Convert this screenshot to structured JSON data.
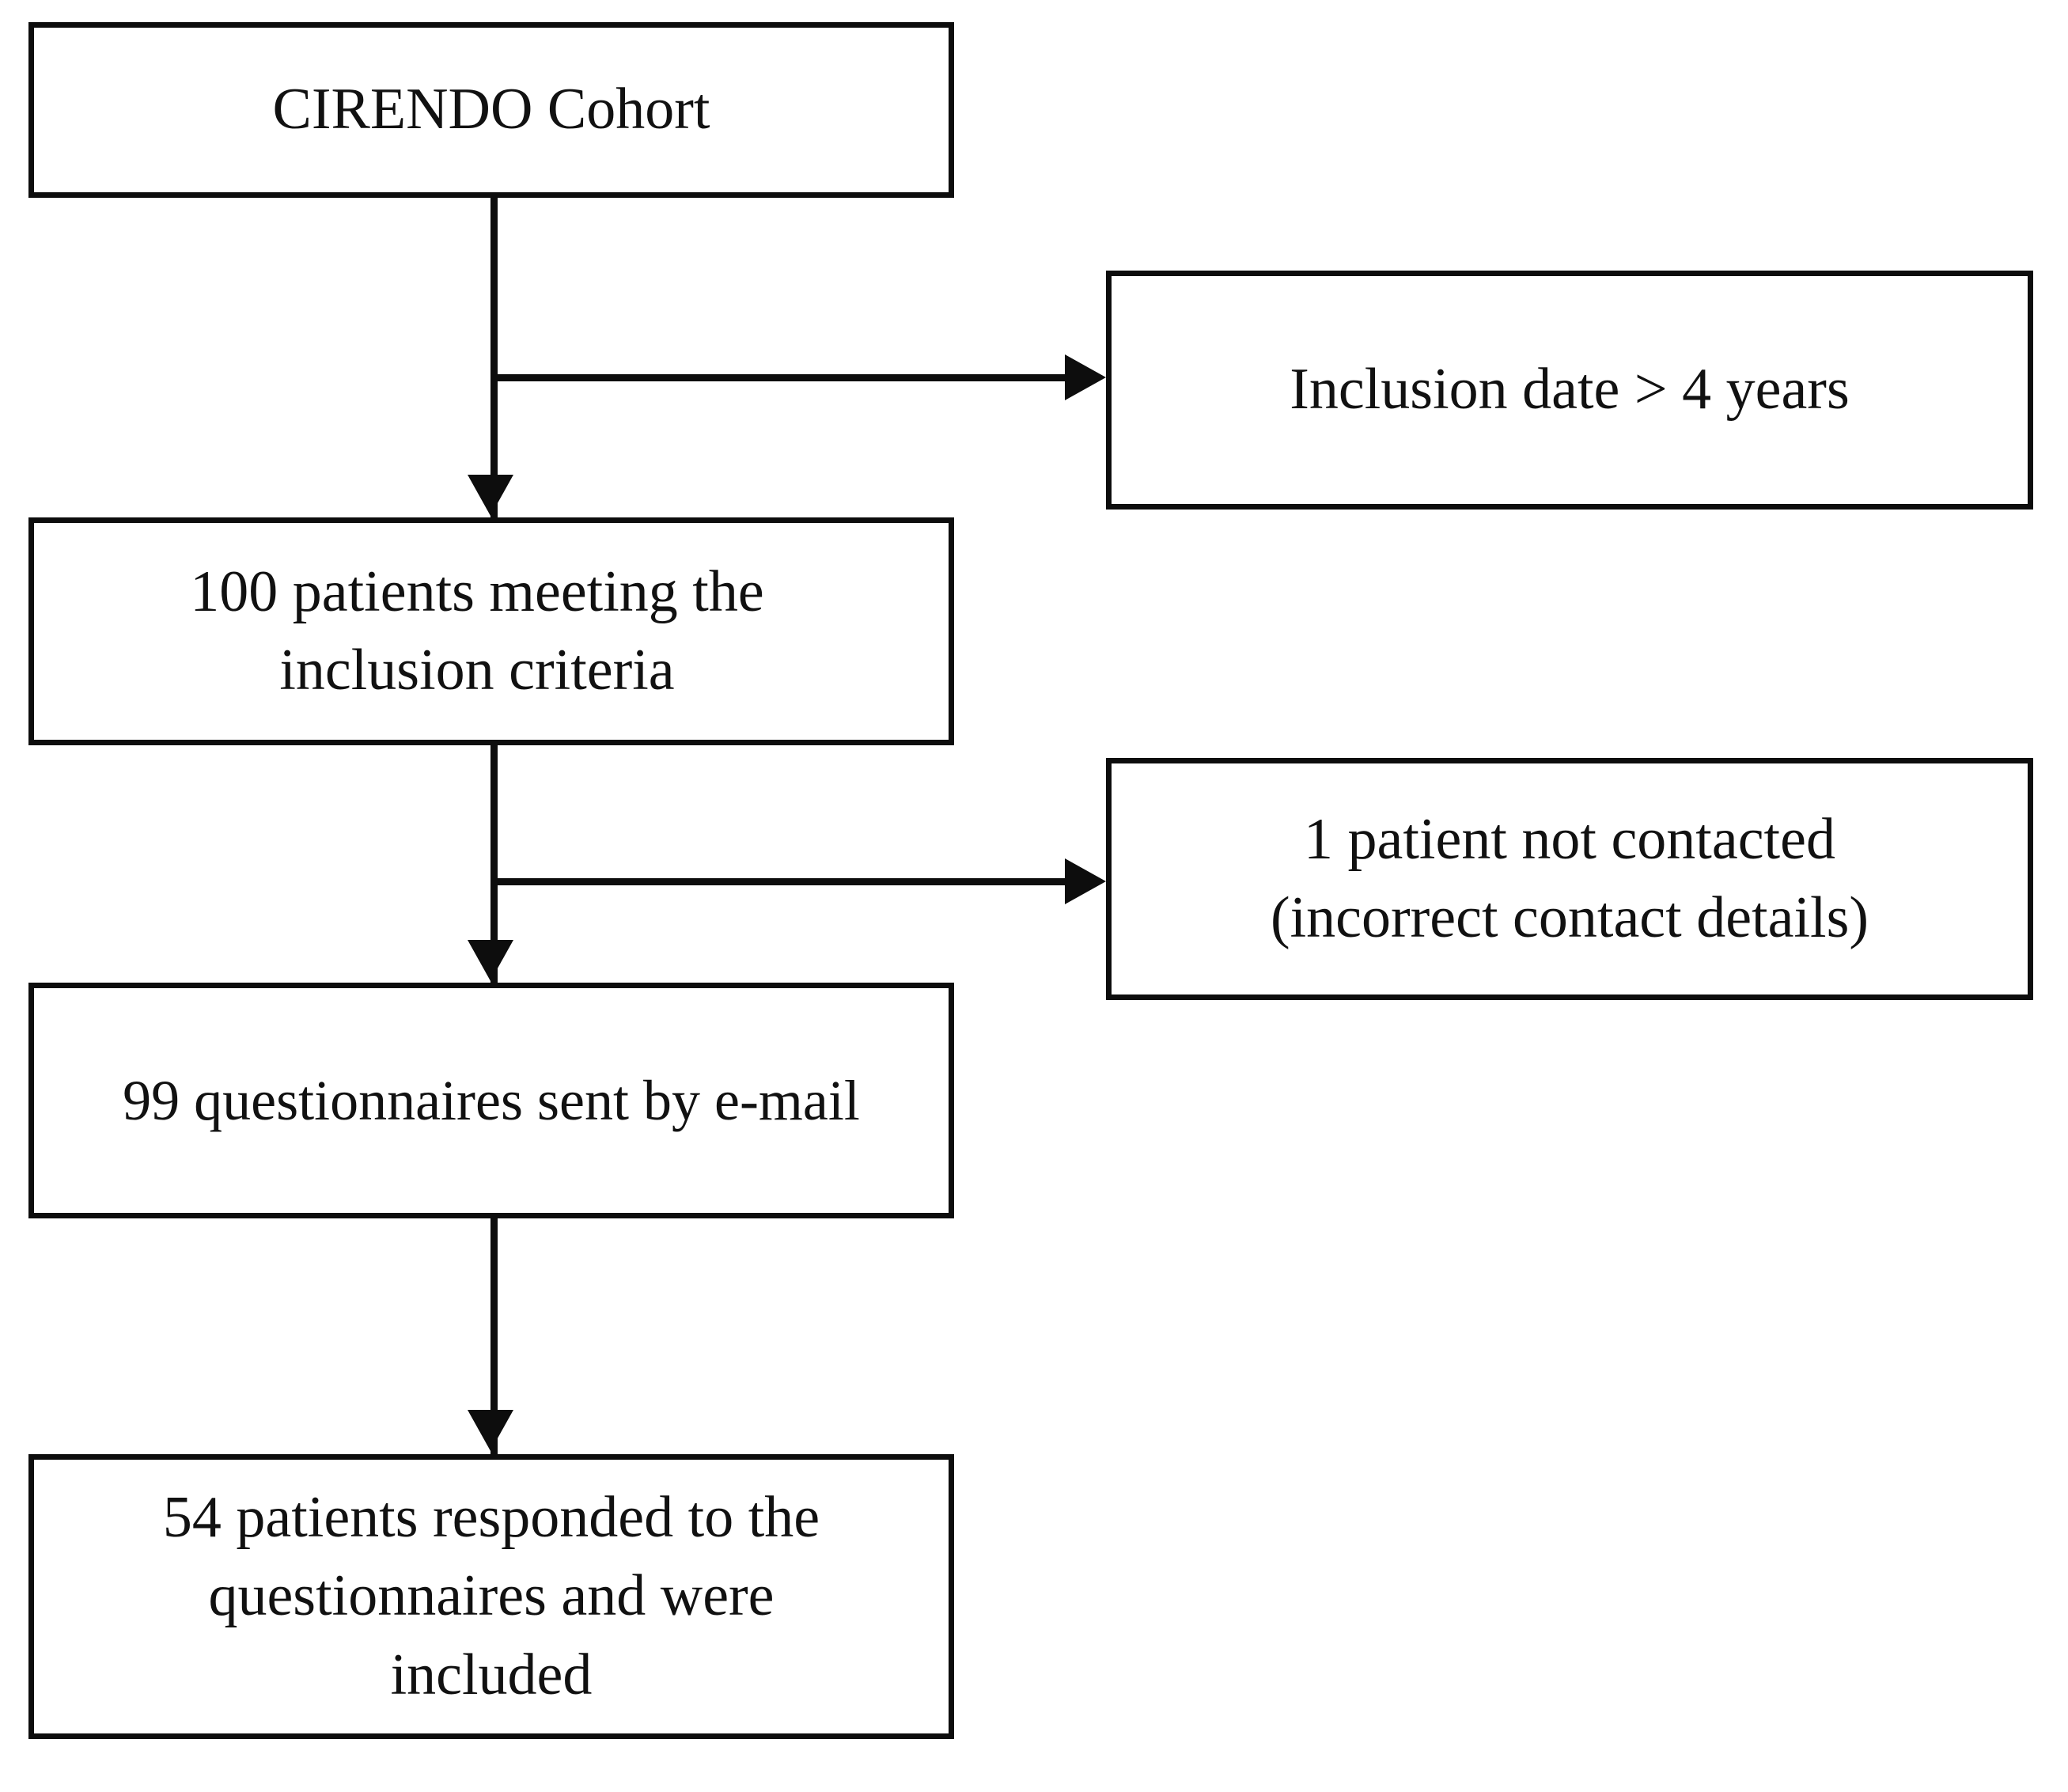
{
  "figure": {
    "type": "flowchart",
    "orientation": "top-to-bottom",
    "background_color": "#ffffff",
    "line_color": "#0d0d0d",
    "text_color": "#111111"
  },
  "nodes": {
    "cohort": {
      "label": "CIRENDO Cohort",
      "role": "source-cohort"
    },
    "excluded_inclusion_date": {
      "label": "Inclusion date > 4 years",
      "role": "exclusion"
    },
    "eligible": {
      "label": "100 patients meeting the\ninclusion criteria",
      "count": 100,
      "role": "eligible"
    },
    "excluded_not_contacted": {
      "label": "1 patient not contacted\n(incorrect contact details)",
      "count": 1,
      "role": "exclusion"
    },
    "questionnaires_sent": {
      "label": "99 questionnaires sent by e-mail",
      "count": 99,
      "role": "intervention"
    },
    "responded": {
      "label": "54 patients responded to the\nquestionnaires and were\nincluded",
      "count": 54,
      "role": "analyzed"
    }
  },
  "connectors": [
    {
      "id": "cohort-to-eligible",
      "from": "cohort",
      "to": "eligible",
      "direction": "down",
      "arrowhead": true
    },
    {
      "id": "cohort-to-excluded-date",
      "from": "cohort",
      "to": "excluded_inclusion_date",
      "direction": "right",
      "arrowhead": true
    },
    {
      "id": "eligible-to-sent",
      "from": "eligible",
      "to": "questionnaires_sent",
      "direction": "down",
      "arrowhead": true
    },
    {
      "id": "eligible-to-excluded-contact",
      "from": "eligible",
      "to": "excluded_not_contacted",
      "direction": "right",
      "arrowhead": true
    },
    {
      "id": "sent-to-responded",
      "from": "questionnaires_sent",
      "to": "responded",
      "direction": "down",
      "arrowhead": true
    }
  ]
}
